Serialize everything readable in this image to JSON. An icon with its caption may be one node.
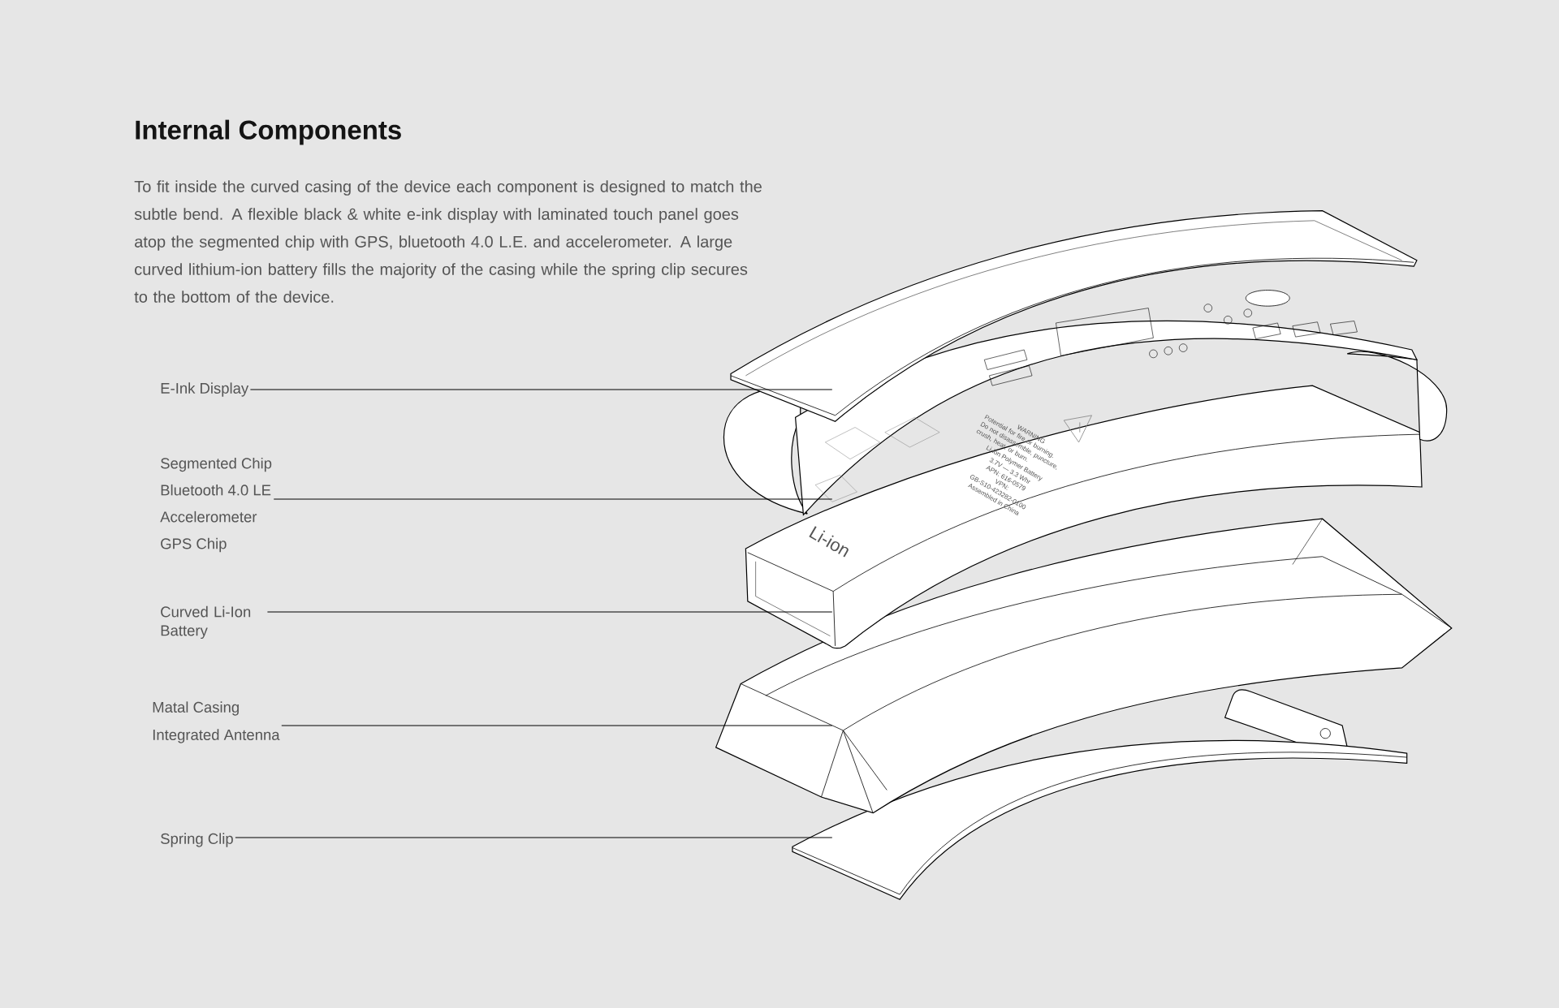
{
  "diagram": {
    "title": "Internal Components",
    "nodes": [
      {
        "text": [
          "E-Ink Display"
        ]
      },
      {
        "text": [
          "Segmented Chip",
          "Bluetooth 4.0 LE",
          "Accelerometer",
          "GPS Chip"
        ]
      },
      {
        "text": [
          "Curved Li-Ion Battery"
        ]
      },
      {
        "text": [
          "Matal Casing",
          "Integrated Antenna"
        ]
      },
      {
        "text": [
          "Spring Clip"
        ]
      },
      {
        "text": [],
        "shape": "picture"
      },
      {
        "text": [],
        "shape": "picture"
      },
      {
        "text": [],
        "shape": "picture"
      },
      {
        "text": [],
        "shape": "picture"
      },
      {
        "text": [],
        "shape": "picture"
      }
    ],
    "edges": [
      {
        "from": 0,
        "to": 5,
        "arrow": "none"
      },
      {
        "from": 1,
        "to": 6,
        "arrow": "none"
      },
      {
        "from": 2,
        "to": 7,
        "arrow": "none"
      },
      {
        "from": 3,
        "to": 8,
        "arrow": "none"
      },
      {
        "from": 4,
        "to": 9,
        "arrow": "none"
      }
    ],
    "labels": [
      "To fit inside the curved casing of the device each component is designed to match the subtle bend. A flexible black & white e-ink display with laminated touch panel goes atop the segmented chip with GPS, bluetooth 4.0 L.E. and accelerometer. A large curved lithium-ion battery fills the majority of the casing while the spring clip secures to the bottom of the device.",
      "Li-ion",
      "WARNING",
      "Potential for fire or burning. Do not disassemble, puncture, crush, heat, or burn.",
      "Li-ion Polymer Battery",
      "3.7V — 3.3 Whr",
      "APN: 616-0579",
      "VPN:",
      "GB-S10-423282-0100",
      "Assembled in China"
    ]
  }
}
